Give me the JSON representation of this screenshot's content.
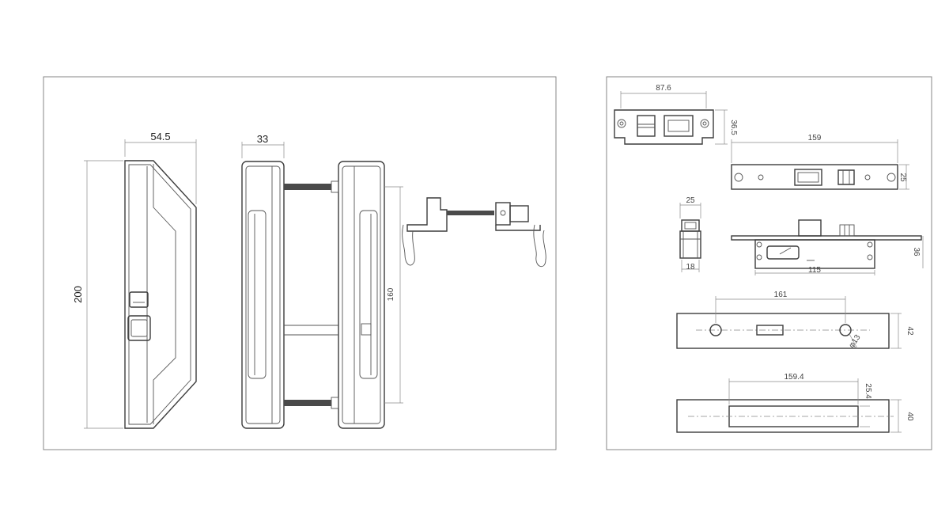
{
  "handle_views": {
    "dim_width_front": "54.5",
    "dim_height": "200",
    "dim_width_side": "33",
    "dim_spacing": "160"
  },
  "lock_parts": {
    "strike_plate_width": "87.6",
    "strike_plate_height": "36.5",
    "faceplate_length": "159",
    "faceplate_width": "25",
    "latch_width": "25",
    "latch_depth": "18",
    "body_width": "36",
    "body_length": "115",
    "hole_spacing": "161",
    "hole_diameter": "φ13",
    "cutout_height": "42",
    "mortise_length": "159.4",
    "mortise_width": "25.4",
    "mortise_height": "40"
  }
}
